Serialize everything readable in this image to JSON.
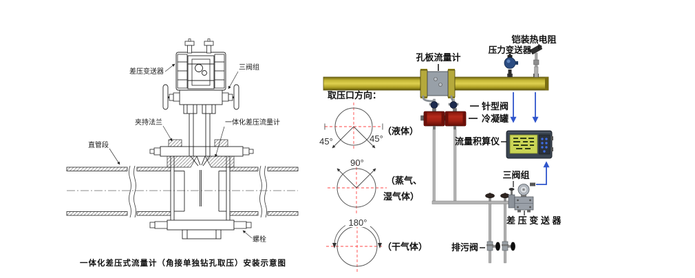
{
  "colors": {
    "pipe_yellow": "#b3a41c",
    "condensate_pot_red": "#9b1c10",
    "needle_valve_navy": "#1d2b4e",
    "signal_arrow_blue": "#2f55cc",
    "crosshair_red": "#ff4444",
    "totalizer_screen_green": "#c9d455",
    "totalizer_body_gray": "#3a4450",
    "line_black": "#222222"
  },
  "left": {
    "labels": {
      "dp_transmitter": "差压变送器",
      "valve_manifold": "三阀组",
      "clamp_flange": "夹持法兰",
      "integrated_meter": "一体化差压流量计",
      "straight_pipe": "直管段",
      "bolt": "螺栓",
      "caption": "一体化差压式流量计（角接单独钻孔取压）安装示意图"
    }
  },
  "right": {
    "labels": {
      "orifice_meter": "孔板流量计",
      "pressure_transmitter": "压力变送器",
      "armored_rtd": "铠装热电阻",
      "tap_direction_title": "取压口方向：",
      "needle_valve": "针型阀",
      "condensate_pot": "冷凝罐",
      "flow_totalizer": "流量积算仪",
      "valve_manifold": "三阀组",
      "dp_transmitter": "差 压 变 送 器",
      "drain_valve": "排污阀",
      "liquid": "（液体）",
      "steam_line1": "（蒸气、",
      "steam_line2": "湿气体）",
      "dry_gas": "（干气体）",
      "angle45_left": "45°",
      "angle45_right": "45°",
      "angle90": "90°",
      "angle180": "180°"
    }
  }
}
